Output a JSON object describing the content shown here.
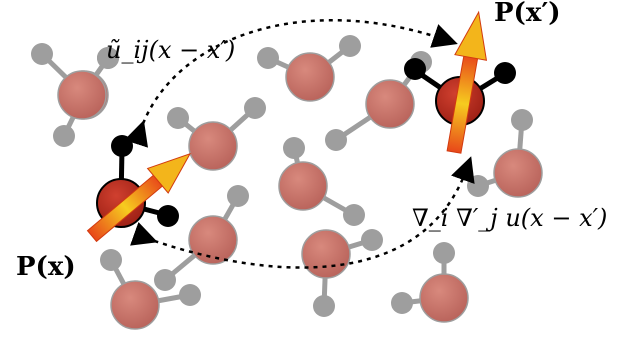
{
  "labels": {
    "p_x": "P(x)",
    "p_xprime": "P(x′)",
    "u_tilde": "ũ_ij(x − x′)",
    "grad_u": "∇_i ∇′_j u(x − x′)"
  },
  "colors": {
    "background": "#ffffff",
    "oxygen_bulk": "#c27064",
    "oxygen_highlight": "#c0392b",
    "hydrogen_bulk": "#9e9e9e",
    "hydrogen_highlight": "#000000",
    "bond_bulk": "#9e9e9e",
    "arrow_dark": "#e8471a",
    "arrow_light": "#f6cc1f"
  },
  "arrows": [
    {
      "name": "dipole-arrow-x",
      "color_from": "#e8471a",
      "color_to": "#f6cc1f"
    },
    {
      "name": "dipole-arrow-xprime",
      "color_from": "#e8471a",
      "color_to": "#f6cc1f"
    }
  ],
  "connectors": [
    {
      "name": "dashed-connector-top",
      "style": "dotted",
      "heads": "both"
    },
    {
      "name": "dashed-connector-bottom",
      "style": "dotted",
      "heads": "both"
    }
  ]
}
